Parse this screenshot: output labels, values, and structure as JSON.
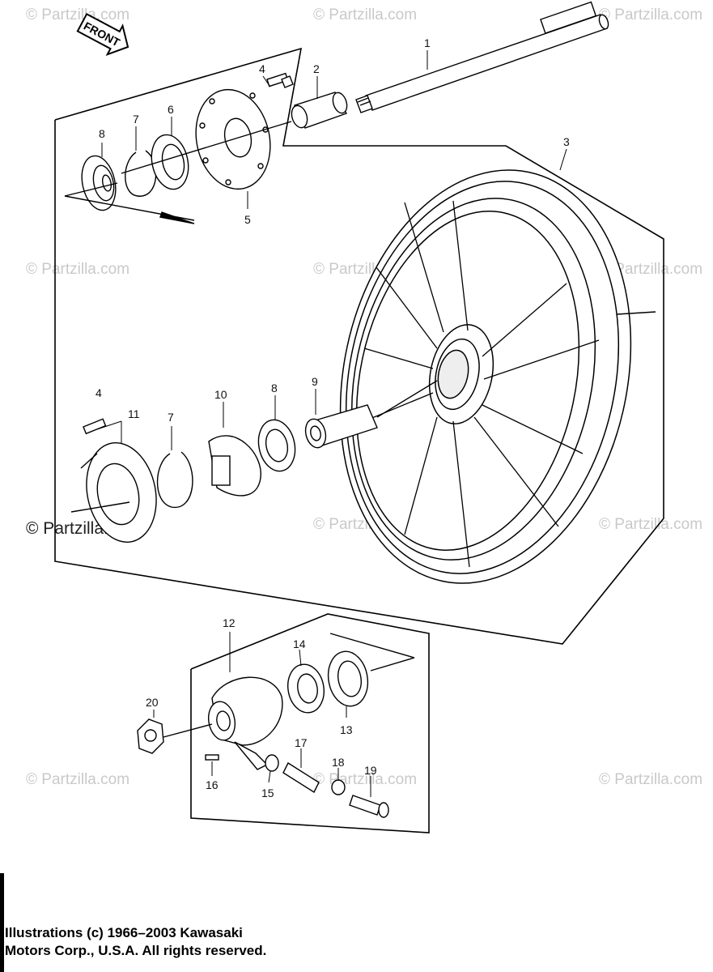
{
  "watermark": "© Partzilla.com",
  "front_tag": "FRONT",
  "callouts": [
    {
      "id": "1",
      "text": "1"
    },
    {
      "id": "2",
      "text": "2"
    },
    {
      "id": "3",
      "text": "3"
    },
    {
      "id": "4a",
      "text": "4"
    },
    {
      "id": "5",
      "text": "5"
    },
    {
      "id": "6",
      "text": "6"
    },
    {
      "id": "7a",
      "text": "7"
    },
    {
      "id": "8a",
      "text": "8"
    },
    {
      "id": "4b",
      "text": "4"
    },
    {
      "id": "11",
      "text": "11"
    },
    {
      "id": "7b",
      "text": "7"
    },
    {
      "id": "10",
      "text": "10"
    },
    {
      "id": "8b",
      "text": "8"
    },
    {
      "id": "9",
      "text": "9"
    },
    {
      "id": "12",
      "text": "12"
    },
    {
      "id": "14",
      "text": "14"
    },
    {
      "id": "20",
      "text": "20"
    },
    {
      "id": "13",
      "text": "13"
    },
    {
      "id": "17",
      "text": "17"
    },
    {
      "id": "18",
      "text": "18"
    },
    {
      "id": "19",
      "text": "19"
    },
    {
      "id": "16",
      "text": "16"
    },
    {
      "id": "15",
      "text": "15"
    }
  ],
  "copyright": {
    "line1": "Illustrations (c) 1966–2003 Kawasaki",
    "line2": "Motors Corp., U.S.A.  All rights reserved."
  }
}
